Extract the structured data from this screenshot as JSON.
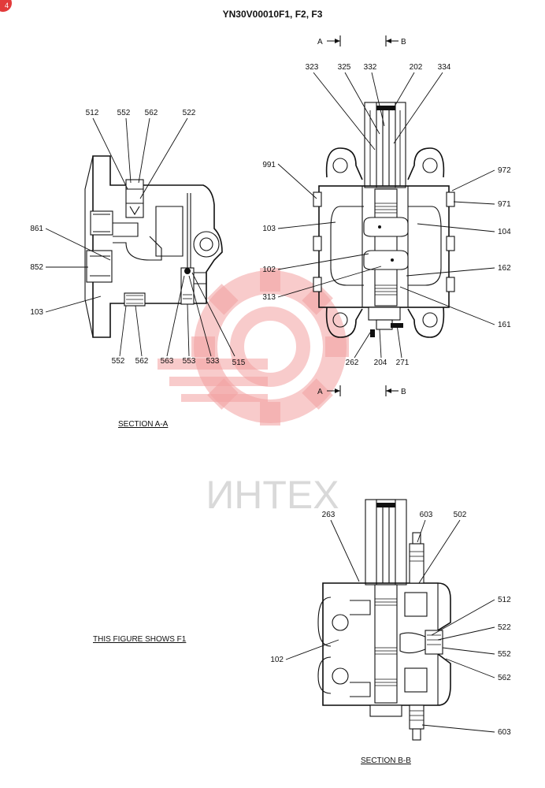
{
  "title": "YN30V00010F1, F2, F3",
  "corner_badge": "4",
  "watermark_text": "ИНТЕХ",
  "section_aa": {
    "caption": "SECTION  A-A",
    "labels": [
      "512",
      "552",
      "562",
      "522",
      "861",
      "852",
      "103",
      "552",
      "562",
      "563",
      "553",
      "533",
      "515"
    ]
  },
  "center_view": {
    "cut_a": "A",
    "cut_b": "B",
    "labels": [
      "323",
      "325",
      "332",
      "202",
      "334",
      "991",
      "972",
      "971",
      "103",
      "104",
      "102",
      "162",
      "313",
      "161",
      "262",
      "204",
      "271"
    ]
  },
  "section_bb": {
    "caption": "SECTION  B-B",
    "labels": [
      "263",
      "603",
      "502",
      "512",
      "522",
      "552",
      "562",
      "102",
      "603"
    ]
  },
  "note": "THIS FIGURE SHOWS  F1"
}
